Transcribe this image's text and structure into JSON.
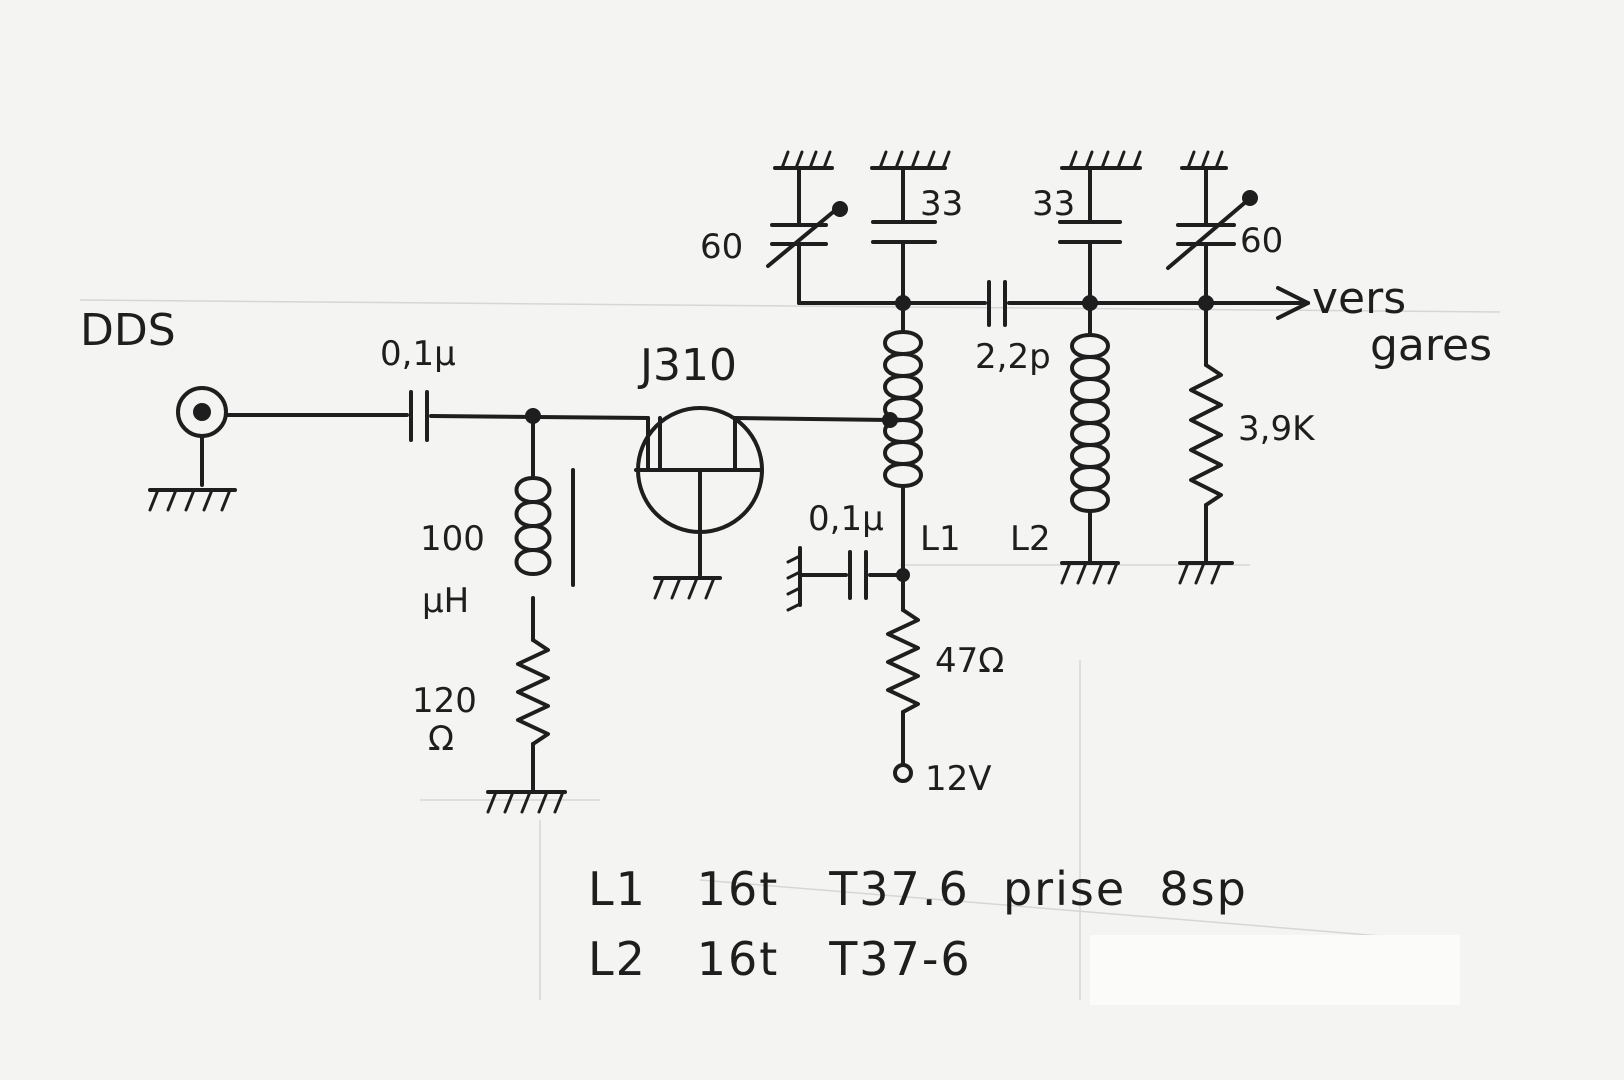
{
  "labels": {
    "dds": "DDS",
    "c_in": "0,1µ",
    "transistor": "J310",
    "l_choke_value": "100",
    "l_choke_unit": "µH",
    "r_source_value": "120",
    "r_source_unit": "Ω",
    "c_bypass": "0,1µ",
    "l1": "L1",
    "r_drain": "47Ω",
    "supply": "12V",
    "c_trim_left": "60",
    "c_fixed_left": "33",
    "c_fixed_right": "33",
    "c_trim_right": "60",
    "c_couple": "2,2p",
    "l2": "L2",
    "r_load": "3,9K",
    "out_line1": "vers",
    "out_line2": "gares"
  },
  "notes": {
    "line1": "L1   16t   T37.6  prise  8sp",
    "line2": "L2   16t   T37-6"
  },
  "colors": {
    "ink": "#1e1e1e",
    "paper": "#f4f4f2"
  }
}
